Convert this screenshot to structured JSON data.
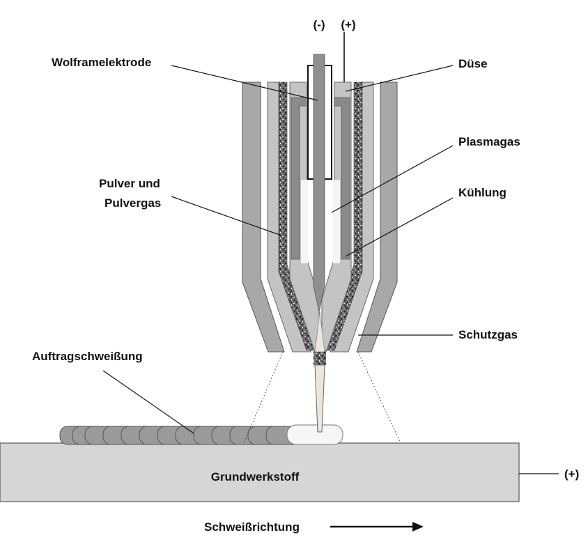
{
  "labels": {
    "minus": "(-)",
    "plus_top": "(+)",
    "wolfram": "Wolframelektrode",
    "duese": "Düse",
    "plasmagas": "Plasmagas",
    "pulver_line1": "Pulver und",
    "pulver_line2": "Pulvergas",
    "kuehlung": "Kühlung",
    "schutzgas": "Schutzgas",
    "auftrag": "Auftragschweißung",
    "grundwerkstoff": "Grundwerkstoff",
    "plus_right": "(+)",
    "schweissrichtung": "Schweißrichtung"
  },
  "colors": {
    "outer_nozzle": "#a8a8a8",
    "inner_nozzle": "#c4c4c4",
    "cooling_channel": "#8a8a8a",
    "electrode": "#909090",
    "bead": "#9a9a9a",
    "base_plate": "#d6d6d6",
    "arc": "#ece6dc"
  }
}
